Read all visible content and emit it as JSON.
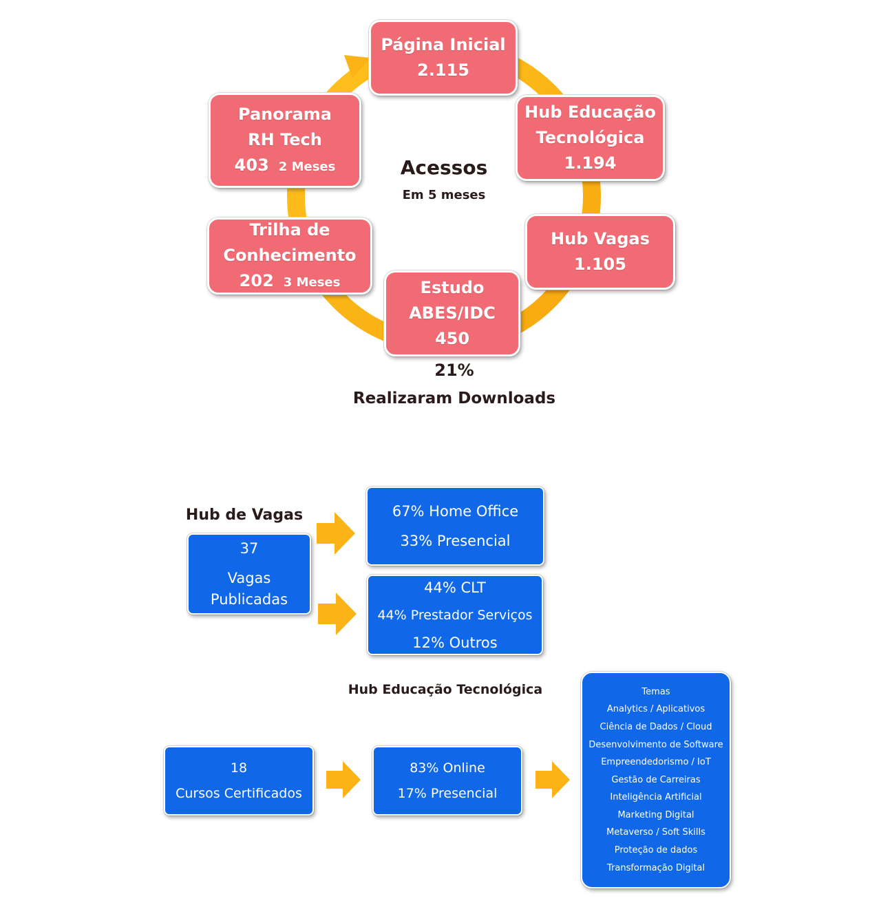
{
  "cycle": {
    "center_title": "Acessos",
    "center_subtitle": "Em 5 meses",
    "nodes": [
      {
        "lines": [
          "Página Inicial",
          "2.115"
        ]
      },
      {
        "lines": [
          "Hub Educação",
          "Tecnológica",
          "1.194"
        ]
      },
      {
        "lines": [
          "Hub Vagas",
          "1.105"
        ]
      },
      {
        "lines": [
          "Estudo",
          "ABES/IDC",
          "450"
        ]
      },
      {
        "lines": [
          "Trilha de",
          "Conhecimento"
        ],
        "value": "202",
        "period": "3 Meses"
      },
      {
        "lines": [
          "Panorama",
          "RH Tech"
        ],
        "value": "403",
        "period": "2 Meses"
      }
    ],
    "download_percent": "21%",
    "download_label": "Realizaram Downloads",
    "colors": {
      "node": "#f06b74",
      "ring": "#fbb317"
    }
  },
  "hub_vagas": {
    "title": "Hub de Vagas",
    "count_box": [
      "37",
      "Vagas",
      "Publicadas"
    ],
    "modality_box": [
      "67% Home Office",
      "33% Presencial"
    ],
    "contract_box": [
      "44% CLT",
      "44% Prestador Serviços",
      "12% Outros"
    ]
  },
  "hub_educacao": {
    "title": "Hub Educação Tecnológica",
    "courses_box": [
      "18",
      "Cursos Certificados"
    ],
    "format_box": [
      "83% Online",
      "17% Presencial"
    ],
    "themes": [
      "Temas",
      "Analytics / Aplicativos",
      "Ciência de Dados / Cloud",
      "Desenvolvimento de Software",
      "Empreendedorismo / IoT",
      "Gestão de Carreiras",
      "Inteligência Artificial",
      "Marketing Digital",
      "Metaverso / Soft Skills",
      "Proteção de dados",
      "Transformação Digital"
    ],
    "colors": {
      "box": "#1068e8",
      "arrow": "#fbb317"
    }
  }
}
